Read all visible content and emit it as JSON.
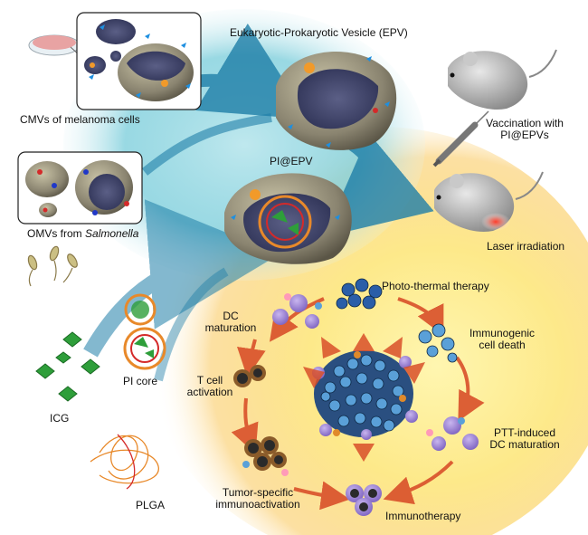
{
  "labels": {
    "epv": "Eukaryotic-Prokaryotic Vesicle (EPV)",
    "cmvs": "CMVs of melanoma cells",
    "omvs_prefix": "OMVs from ",
    "omvs_species": "Salmonella",
    "pi_epv": "PI@EPV",
    "vaccination_line1": "Vaccination with",
    "vaccination_line2": "PI@EPVs",
    "laser": "Laser irradiation",
    "ptt": "Photo-thermal therapy",
    "dc_line1": "DC",
    "dc_line2": "maturation",
    "icd_line1": "Immunogenic",
    "icd_line2": "cell death",
    "tcell_line1": "T cell",
    "tcell_line2": "activation",
    "pi_core": "PI core",
    "icg": "ICG",
    "ptt_dc_line1": "PTT-induced",
    "ptt_dc_line2": "DC maturation",
    "tumor_line1": "Tumor-specific",
    "tumor_line2": "immunoactivation",
    "immunotherapy": "Immunotherapy",
    "plga": "PLGA"
  },
  "colors": {
    "teal_flow": "#1f7fa8",
    "cycle_arrow": "#d9502a",
    "warm_center": "#fde98a",
    "vesicle_shell": "#8a8470",
    "cmv_marker": "#1e8fe0",
    "omv_marker_red": "#d42a2a",
    "omv_marker_blue": "#2038c8",
    "icg_green": "#2e9e3a",
    "plga_orange": "#e8892a",
    "tumor_blue": "#1b4f8a",
    "laser_red": "#e23a2a"
  }
}
